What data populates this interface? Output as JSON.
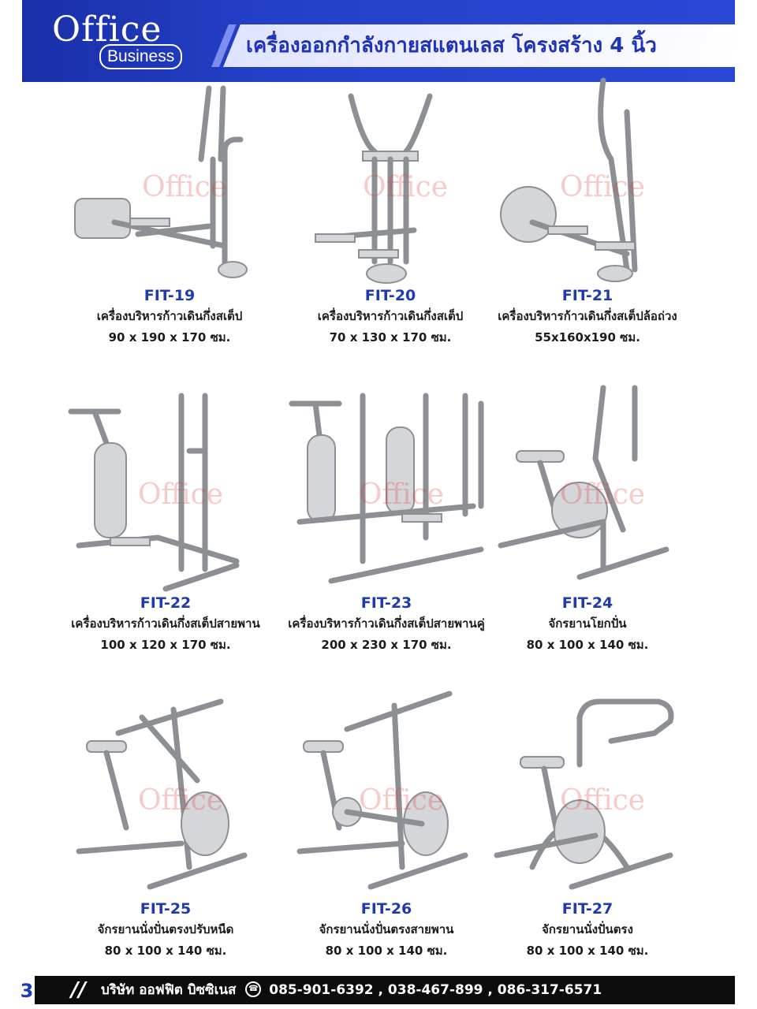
{
  "header": {
    "logo_word": "Office",
    "logo_sub": "Business",
    "title": "เครื่องออกกำลังกายสแตนเลส โครงสร้าง 4 นิ้ว"
  },
  "watermark": "Office",
  "products": [
    {
      "code": "FIT-19",
      "desc": "เครื่องบริหารก้าวเดินกึ่งสเต็ป",
      "size": "90 x 190 x 170 ซม."
    },
    {
      "code": "FIT-20",
      "desc": "เครื่องบริหารก้าวเดินกึ่งสเต็ป",
      "size": "70 x 130 x 170 ซม."
    },
    {
      "code": "FIT-21",
      "desc": "เครื่องบริหารก้าวเดินกึ่งสเต็ปล้อถ่วง",
      "size": "55x160x190 ซม."
    },
    {
      "code": "FIT-22",
      "desc": "เครื่องบริหารก้าวเดินกึ่งสเต็ปสายพาน",
      "size": "100 x 120 x 170 ซม."
    },
    {
      "code": "FIT-23",
      "desc": "เครื่องบริหารก้าวเดินกึ่งสเต็ปสายพานคู่",
      "size": "200 x 230 x 170 ซม."
    },
    {
      "code": "FIT-24",
      "desc": "จักรยานโยกปั่น",
      "size": "80 x 100 x 140 ซม."
    },
    {
      "code": "FIT-25",
      "desc": "จักรยานนั่งปั่นตรงปรับหนืด",
      "size": "80 x 100 x 140 ซม."
    },
    {
      "code": "FIT-26",
      "desc": "จักรยานนั่งปั่นตรงสายพาน",
      "size": "80 x 100 x 140 ซม."
    },
    {
      "code": "FIT-27",
      "desc": "จักรยานนั่งปั่นตรง",
      "size": "80 x 100 x 140 ซม."
    }
  ],
  "footer": {
    "page_number": "3",
    "slash": "//",
    "company": "บริษัท ออฟฟิต บิซซิเนส",
    "phones": "085-901-6392 , 038-467-899 , 086-317-6571"
  },
  "colors": {
    "brand_blue": "#1f3bb0",
    "header_blue": "#2340c8",
    "footer_black": "#0d0d0d"
  }
}
